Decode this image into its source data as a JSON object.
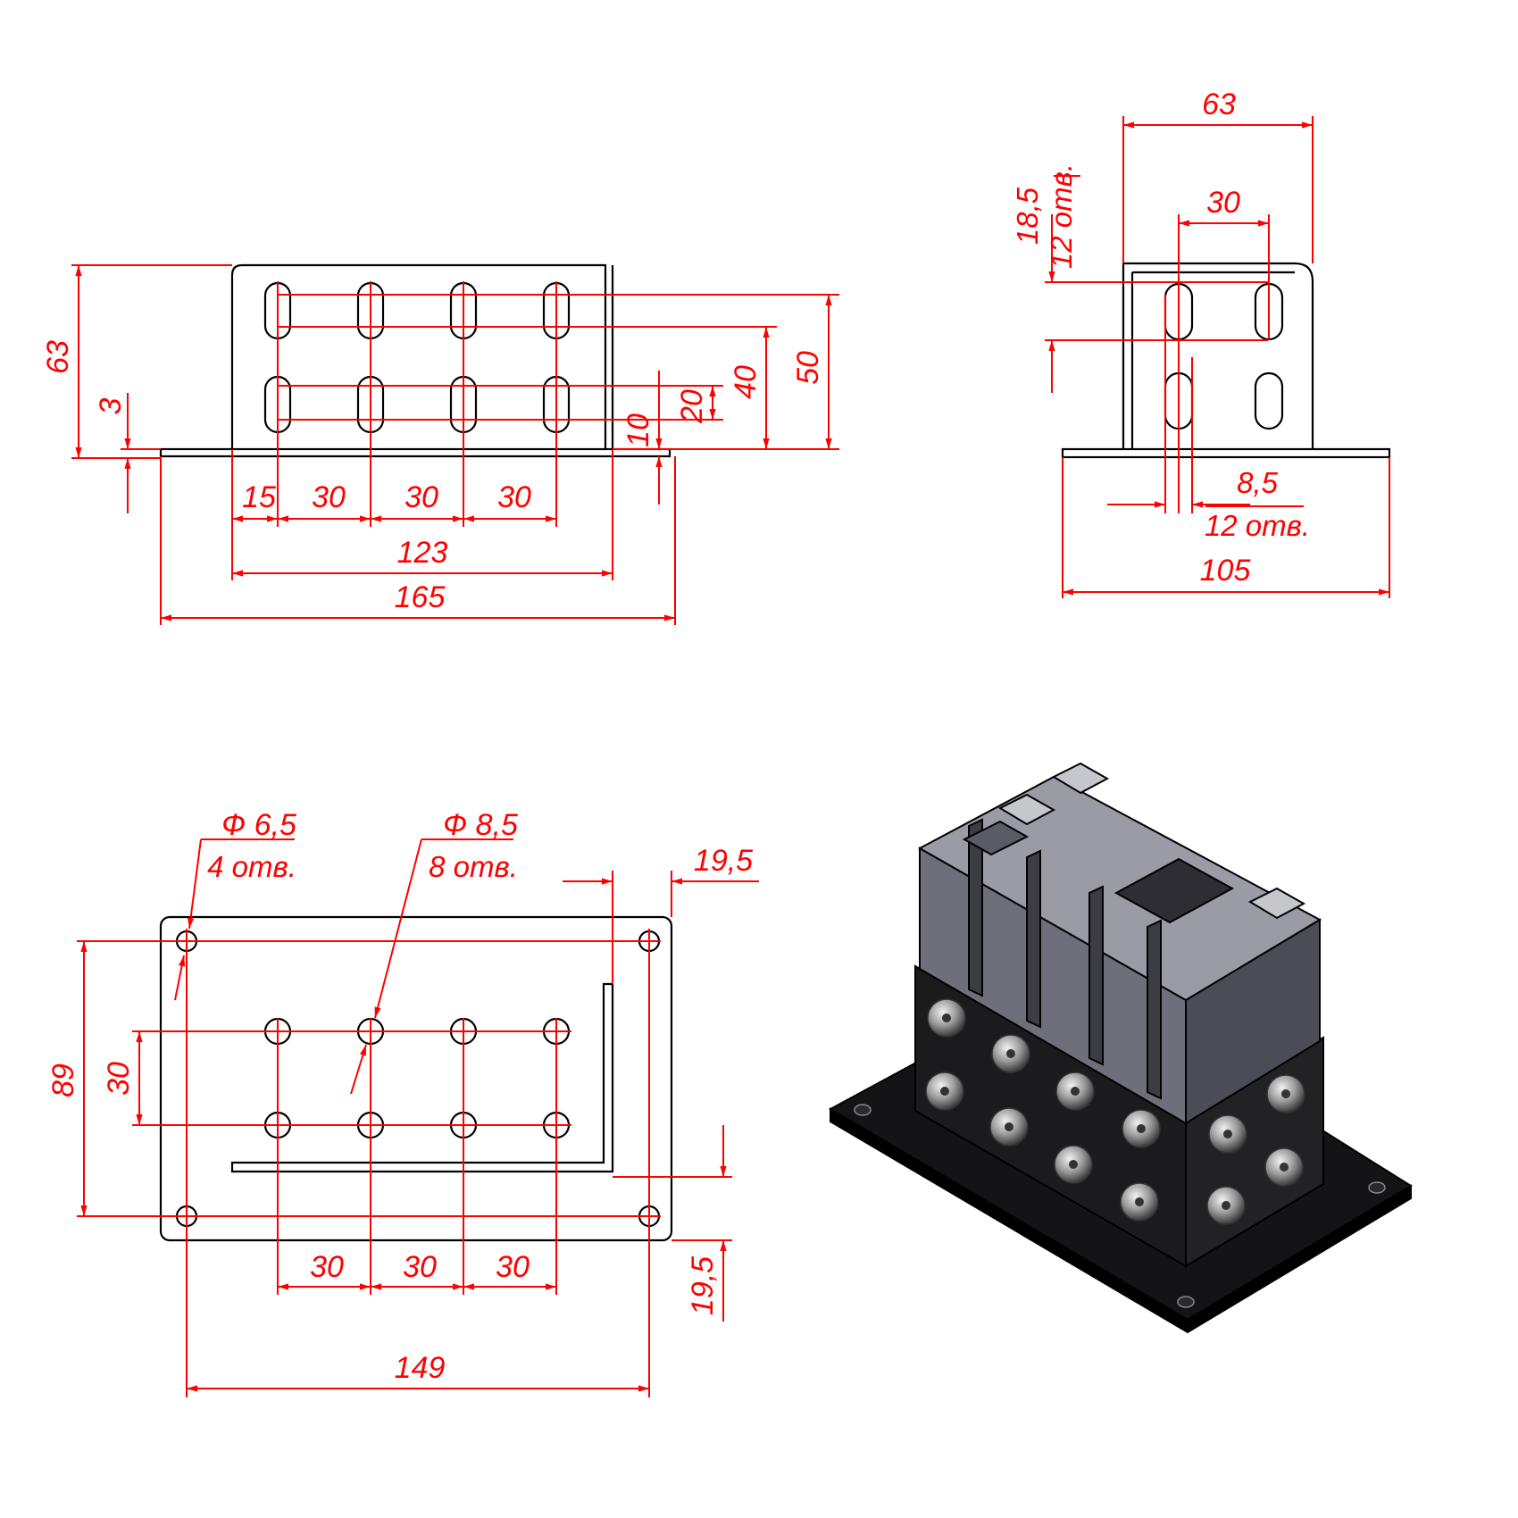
{
  "views": {
    "front": {
      "height_total": "63",
      "thickness": "3",
      "first_offset": "15",
      "pitch_1": "30",
      "pitch_2": "30",
      "pitch_3": "30",
      "upright_width": "123",
      "base_length": "165",
      "row_low": "10",
      "row_spacing": "20",
      "row_mid": "40",
      "row_high": "50"
    },
    "side": {
      "width_total": "63",
      "slot_pitch": "30",
      "slot_length": "18,5",
      "slot_length_note": "12 отв.",
      "slot_width": "8,5",
      "slot_width_note": "12 отв.",
      "base_width": "105"
    },
    "top": {
      "small_hole_dia": "Ф 6,5",
      "small_hole_note": "4 отв.",
      "large_hole_dia": "Ф 8,5",
      "large_hole_note": "8 отв.",
      "edge_offset_right": "19,5",
      "edge_offset_bottom": "19,5",
      "hole_span_y": "89",
      "row_pitch": "30",
      "pitch_1": "30",
      "pitch_2": "30",
      "pitch_3": "30",
      "hole_span_x": "149"
    },
    "iso": {
      "body_color": "#1b1b1d",
      "profile_color": "#6e6f7a",
      "bolt_color": "#c8c8c8"
    }
  }
}
